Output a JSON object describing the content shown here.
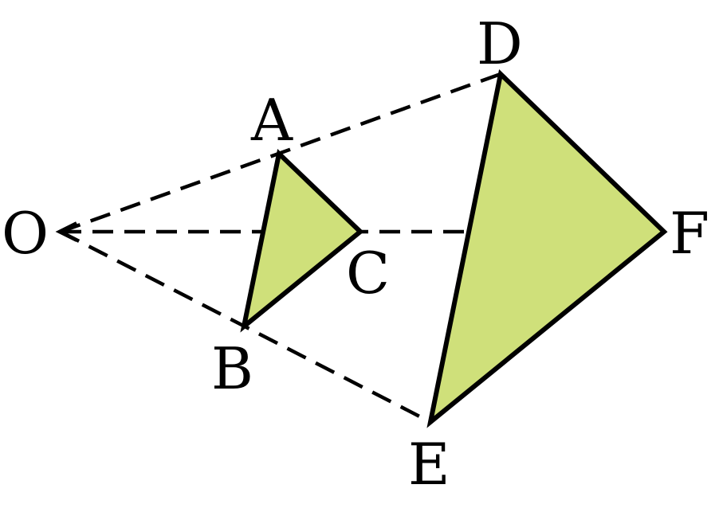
{
  "figure": {
    "fill_color": "#cfe07a",
    "stroke_color": "#000000",
    "points": {
      "O": "O",
      "A": "A",
      "B": "B",
      "C": "C",
      "D": "D",
      "E": "E",
      "F": "F"
    }
  }
}
